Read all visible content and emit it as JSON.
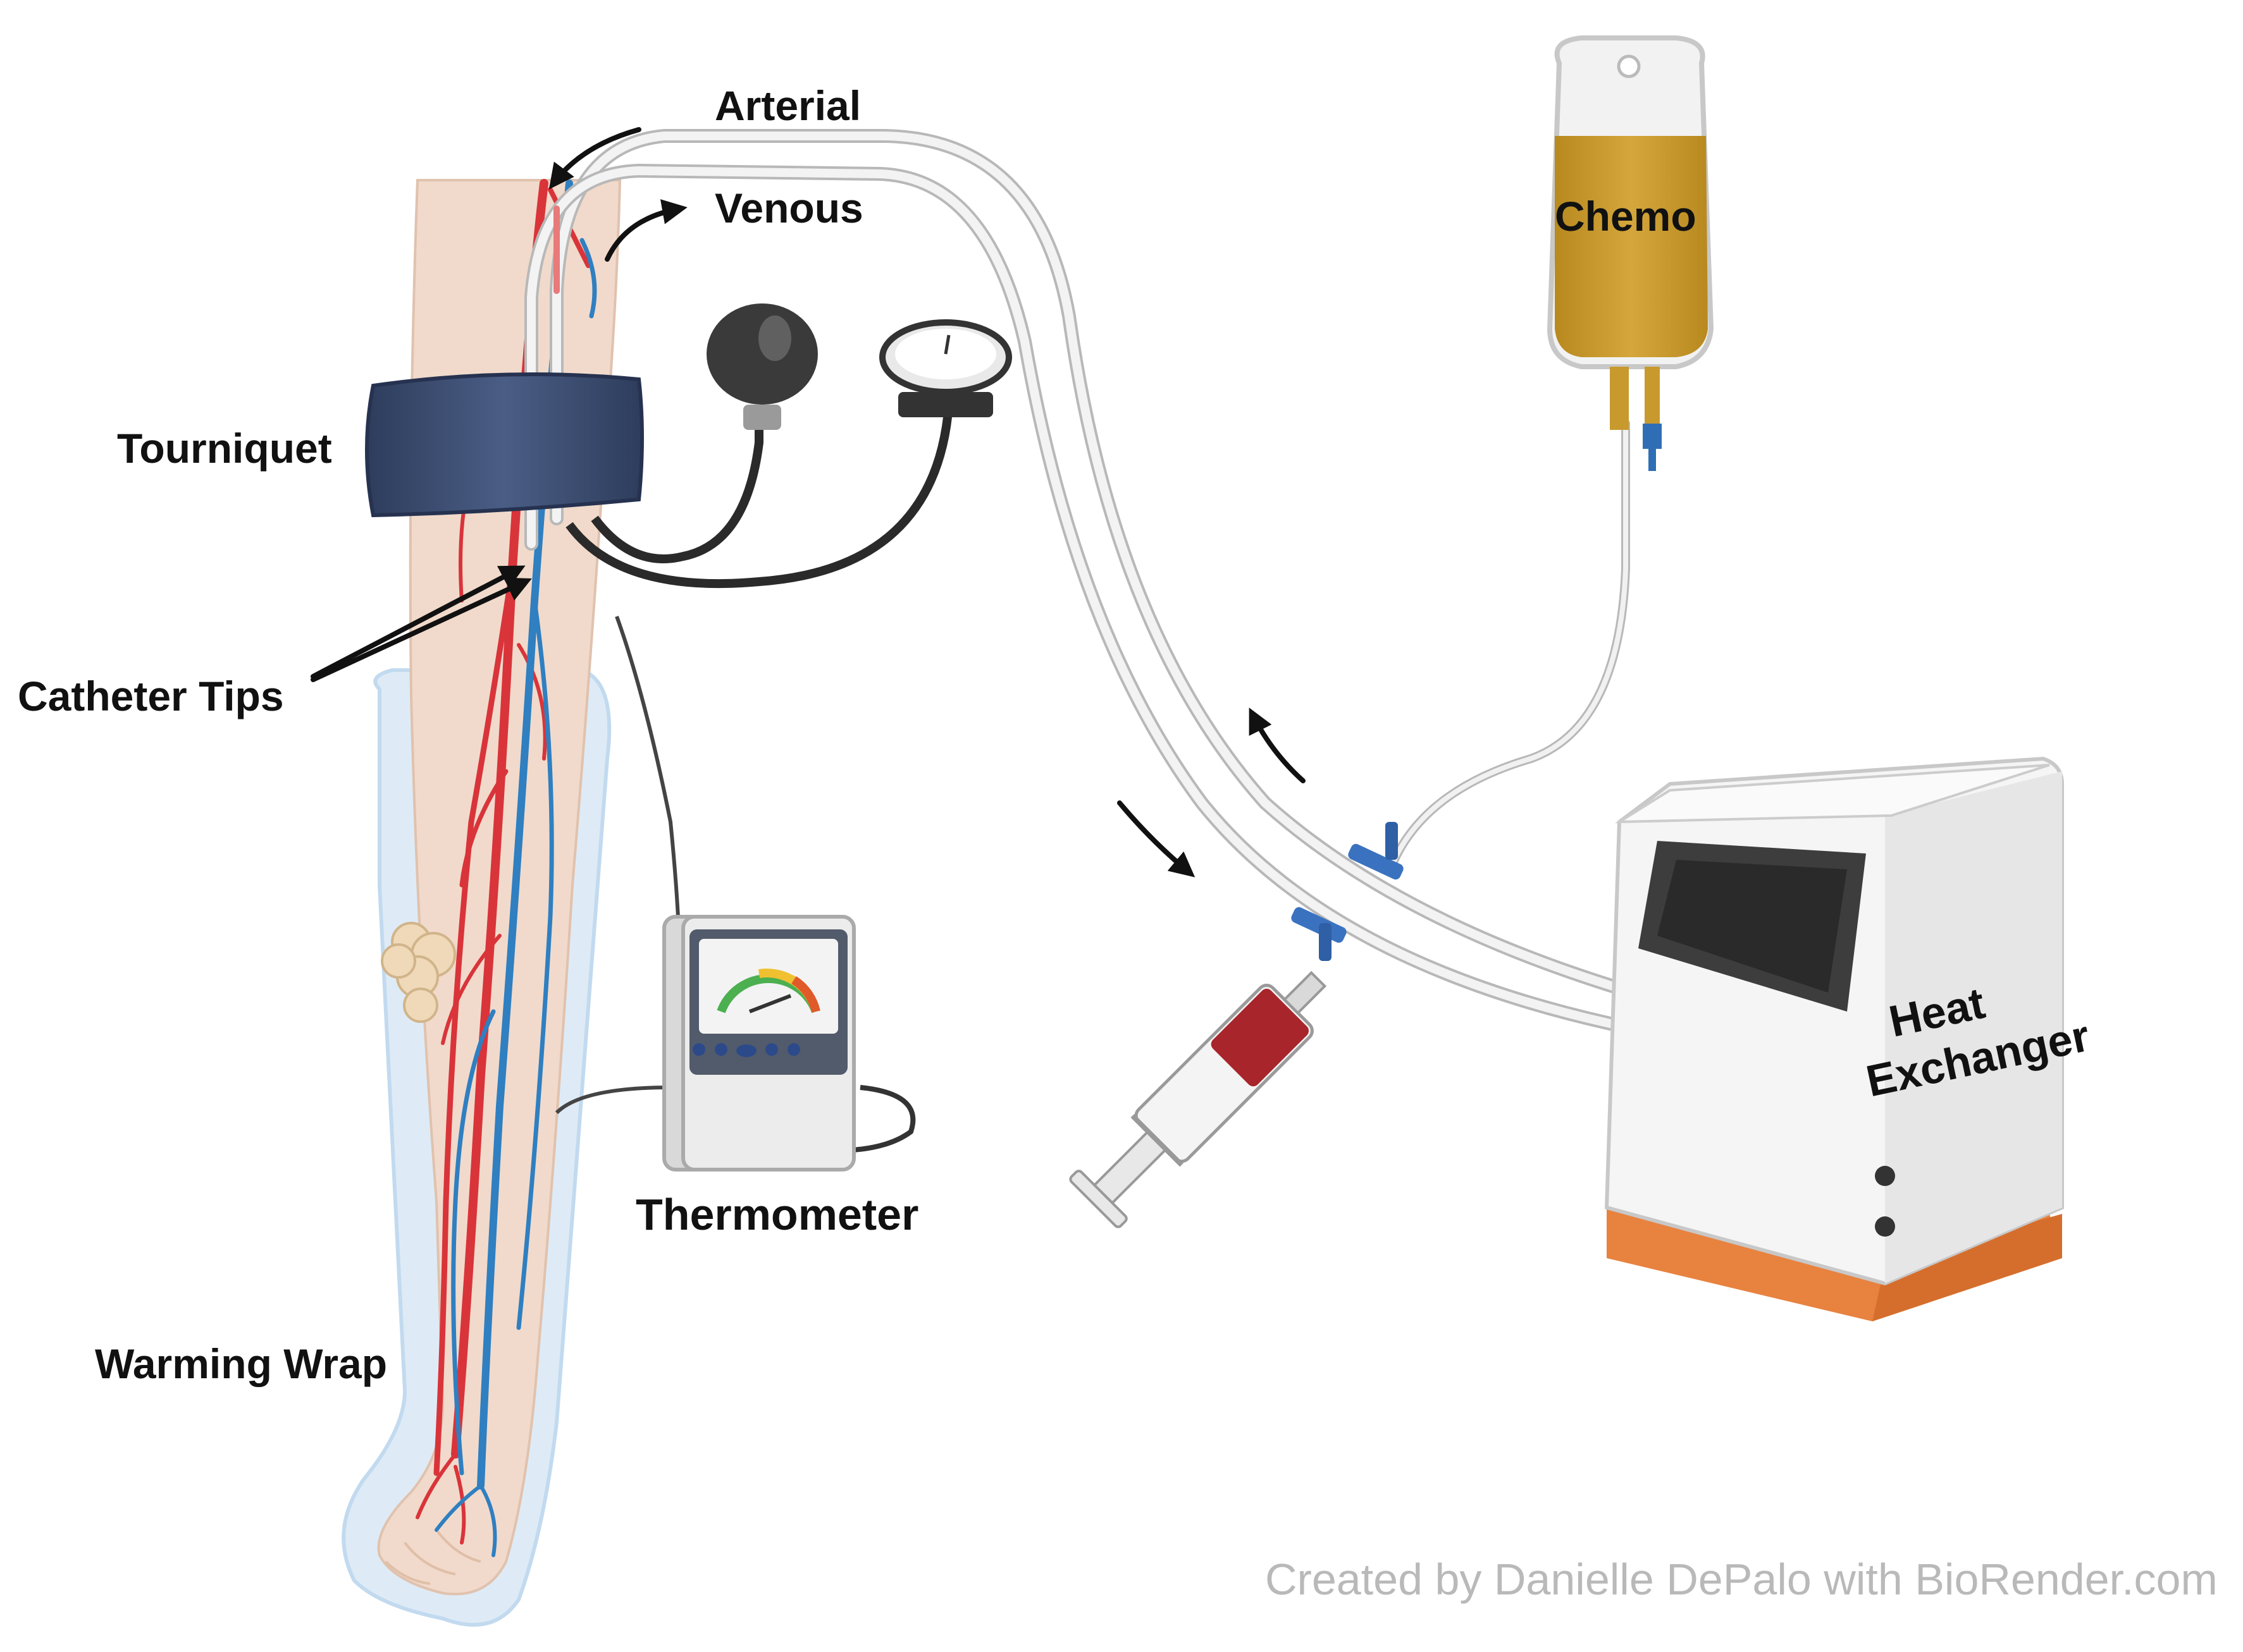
{
  "labels": {
    "arterial": "Arterial",
    "venous": "Venous",
    "tourniquet": "Tourniquet",
    "catheter_tips": "Catheter Tips",
    "thermometer": "Thermometer",
    "warming_wrap": "Warming Wrap",
    "chemo": "Chemo",
    "heat_exchanger_line1": "Heat",
    "heat_exchanger_line2": "Exchanger"
  },
  "credit": "Created by Danielle DePalo with BioRender.com",
  "colors": {
    "artery": "#d9343a",
    "vein": "#2f7fc1",
    "skin": "#f2d9c9",
    "wrap": "#d6e8f7",
    "cuff": "#3f5174",
    "chemo_fluid": "#c89a2e",
    "exchanger_base": "#e8823f",
    "tubing": "#dcdcdc",
    "blood": "#a8252b"
  }
}
